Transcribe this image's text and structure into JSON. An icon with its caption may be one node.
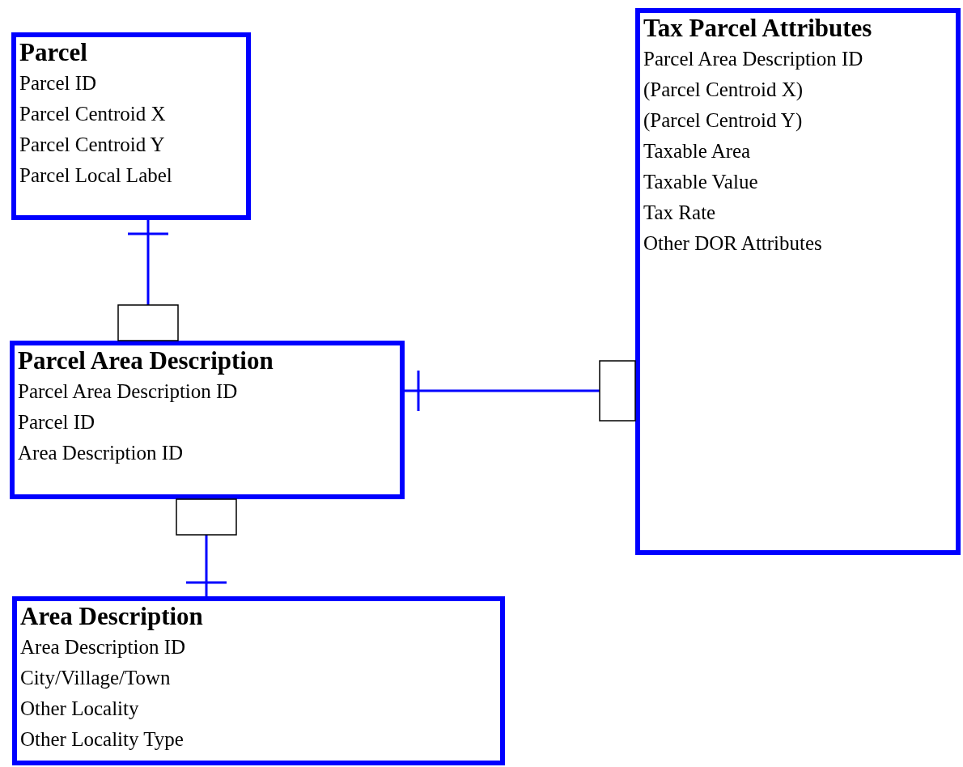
{
  "diagram": {
    "nodes": [
      {
        "text": [
          "Parcel",
          "Parcel ID",
          "Parcel Centroid X",
          "Parcel Centroid Y",
          "Parcel Local Label"
        ]
      },
      {
        "text": [
          "Tax Parcel Attributes",
          "Parcel Area Description ID",
          "(Parcel Centroid X)",
          "(Parcel Centroid Y)",
          "Taxable Area",
          "Taxable Value",
          "Tax Rate",
          "Other DOR Attributes"
        ]
      },
      {
        "text": [
          "Parcel Area Description",
          "Parcel Area Description ID",
          "Parcel ID",
          "Area Description ID"
        ]
      },
      {
        "text": [
          "Area Description",
          "Area Description ID",
          "City/Village/Town",
          "Other Locality",
          "Other Locality Type"
        ]
      }
    ],
    "edges": [
      {
        "from": 0,
        "to": 2,
        "arrow": "other"
      },
      {
        "from": 2,
        "to": 1,
        "arrow": "other"
      },
      {
        "from": 3,
        "to": 2,
        "arrow": "other"
      }
    ]
  }
}
